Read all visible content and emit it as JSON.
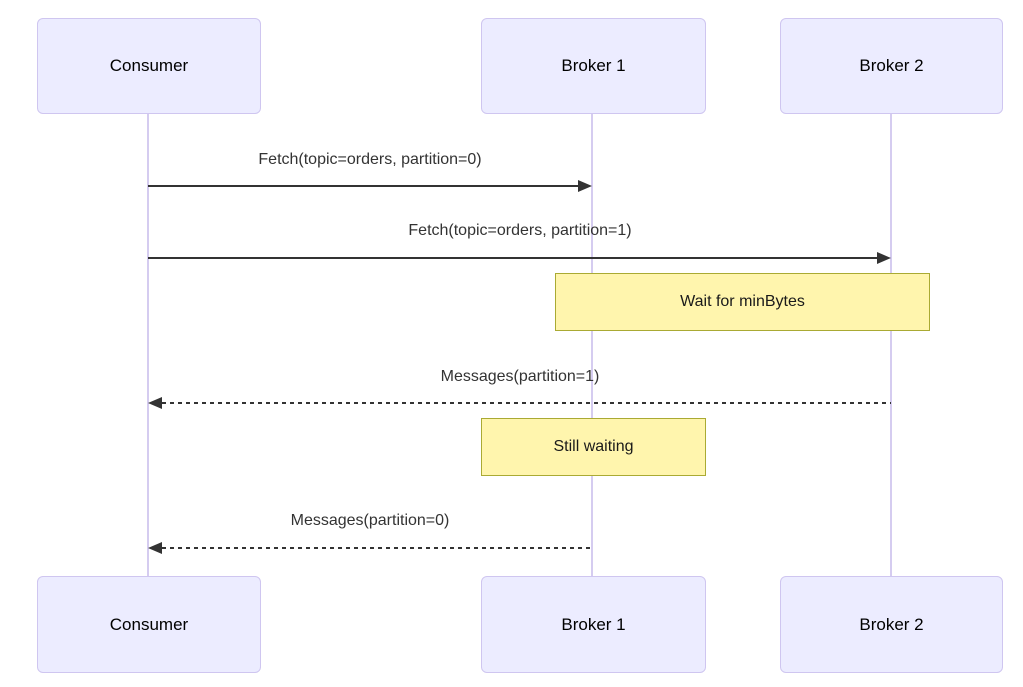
{
  "diagram": {
    "type": "sequence",
    "actors": [
      {
        "id": "consumer",
        "label": "Consumer"
      },
      {
        "id": "broker1",
        "label": "Broker 1"
      },
      {
        "id": "broker2",
        "label": "Broker 2"
      }
    ],
    "messages": [
      {
        "label": "Fetch(topic=orders, partition=0)",
        "from": "Consumer",
        "to": "Broker 1",
        "line": "solid",
        "direction": "right"
      },
      {
        "label": "Fetch(topic=orders, partition=1)",
        "from": "Consumer",
        "to": "Broker 2",
        "line": "solid",
        "direction": "right"
      },
      {
        "label": "Messages(partition=1)",
        "from": "Broker 2",
        "to": "Consumer",
        "line": "dashed",
        "direction": "left"
      },
      {
        "label": "Messages(partition=0)",
        "from": "Broker 1",
        "to": "Consumer",
        "line": "dashed",
        "direction": "left"
      }
    ],
    "notes": [
      {
        "label": "Wait for minBytes",
        "over": "Broker 1,Broker 2"
      },
      {
        "label": "Still waiting",
        "over": "Broker 1"
      }
    ],
    "colors": {
      "bg": "#ffffff",
      "actor_fill": "#ECECFF",
      "actor_border": "#CFC6F0",
      "actor_text": "#000000",
      "lifeline": "#D5CCF0",
      "note_fill": "#FFF5AD",
      "note_border": "#AAAA33",
      "note_text": "#1a1a1a",
      "arrow": "#333333",
      "msg_text": "#333333"
    }
  }
}
